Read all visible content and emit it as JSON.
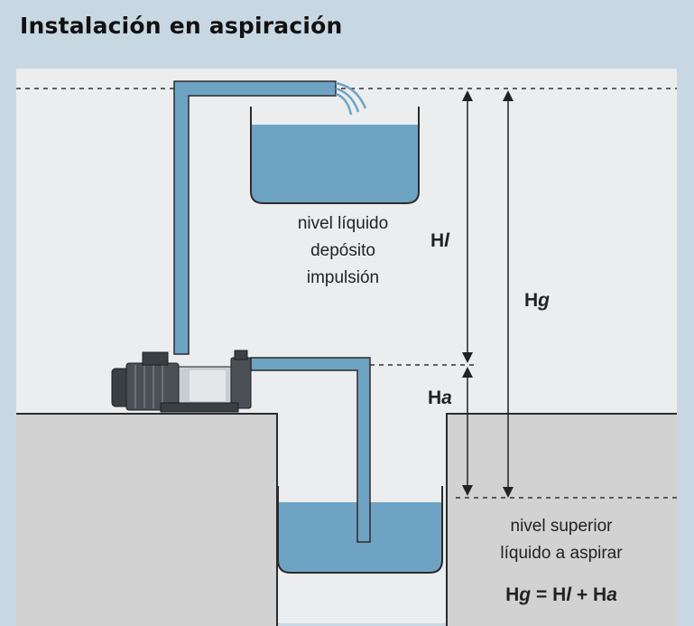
{
  "title": "Instalación en aspiración",
  "labels": {
    "deposit_line1": "nivel líquido",
    "deposit_line2": "depósito",
    "deposit_line3": "impulsión",
    "suction_line1": "nivel superior",
    "suction_line2": "líquido a aspirar",
    "hl_main": "H",
    "hl_sub": "l",
    "ha_main": "H",
    "ha_sub": "a",
    "hg_main": "H",
    "hg_sub": "g",
    "formula_hg_main": "H",
    "formula_hg_sub": "g",
    "formula_eq": " = ",
    "formula_hl_main": "H",
    "formula_hl_sub": "l",
    "formula_plus": " + ",
    "formula_ha_main": "H",
    "formula_ha_sub": "a"
  },
  "colors": {
    "background": "#c8d8e3",
    "panel": "#ecedee",
    "ground": "#d2d2d2",
    "water": "#6fa3c4",
    "pipe": "#6fa3c4",
    "outline": "#2b2b2b"
  }
}
